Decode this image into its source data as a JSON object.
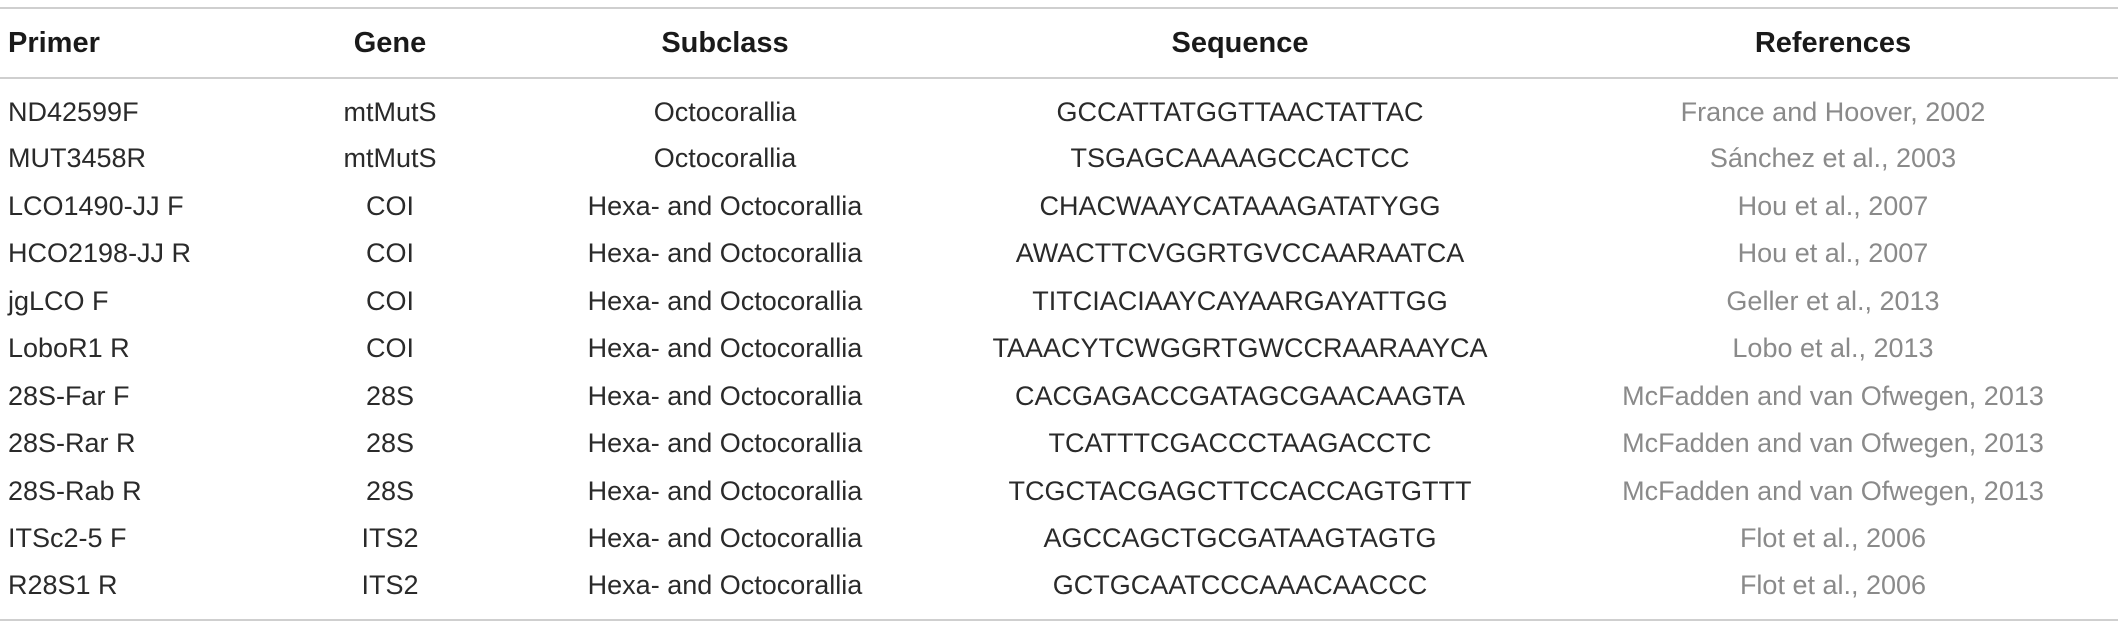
{
  "table": {
    "headers": {
      "primer": "Primer",
      "gene": "Gene",
      "subclass": "Subclass",
      "sequence": "Sequence",
      "references": "References"
    },
    "rows": [
      {
        "primer": "ND42599F",
        "gene": "mtMutS",
        "subclass": "Octocorallia",
        "sequence": "GCCATTATGGTTAACTATTAC",
        "reference": "France and Hoover, 2002"
      },
      {
        "primer": "MUT3458R",
        "gene": "mtMutS",
        "subclass": "Octocorallia",
        "sequence": "TSGAGCAAAAGCCACTCC",
        "reference": "Sánchez et al., 2003"
      },
      {
        "primer": "LCO1490-JJ F",
        "gene": "COI",
        "subclass": "Hexa- and Octocorallia",
        "sequence": "CHACWAAYCATAAAGATATYGG",
        "reference": "Hou et al., 2007"
      },
      {
        "primer": "HCO2198-JJ R",
        "gene": "COI",
        "subclass": "Hexa- and Octocorallia",
        "sequence": "AWACTTCVGGRTGVCCAARAATCA",
        "reference": "Hou et al., 2007"
      },
      {
        "primer": "jgLCO F",
        "gene": "COI",
        "subclass": "Hexa- and Octocorallia",
        "sequence": "TITCIACIAAYCAYAARGAYATTGG",
        "reference": "Geller et al., 2013"
      },
      {
        "primer": "LoboR1 R",
        "gene": "COI",
        "subclass": "Hexa- and Octocorallia",
        "sequence": "TAAACYTCWGGRTGWCCRAARAAYCA",
        "reference": "Lobo et al., 2013"
      },
      {
        "primer": "28S-Far F",
        "gene": "28S",
        "subclass": "Hexa- and Octocorallia",
        "sequence": "CACGAGACCGATAGCGAACAAGTA",
        "reference": "McFadden and van Ofwegen, 2013"
      },
      {
        "primer": "28S-Rar R",
        "gene": "28S",
        "subclass": "Hexa- and Octocorallia",
        "sequence": "TCATTTCGACCCTAAGACCTC",
        "reference": "McFadden and van Ofwegen, 2013"
      },
      {
        "primer": "28S-Rab R",
        "gene": "28S",
        "subclass": "Hexa- and Octocorallia",
        "sequence": "TCGCTACGAGCTTCCACCAGTGTTT",
        "reference": "McFadden and van Ofwegen, 2013"
      },
      {
        "primer": "ITSc2-5 F",
        "gene": "ITS2",
        "subclass": "Hexa- and Octocorallia",
        "sequence": "AGCCAGCTGCGATAAGTAGTG",
        "reference": "Flot et al., 2006"
      },
      {
        "primer": "R28S1 R",
        "gene": "ITS2",
        "subclass": "Hexa- and Octocorallia",
        "sequence": "GCTGCAATCCCAAACAACCC",
        "reference": "Flot et al., 2006"
      }
    ]
  }
}
